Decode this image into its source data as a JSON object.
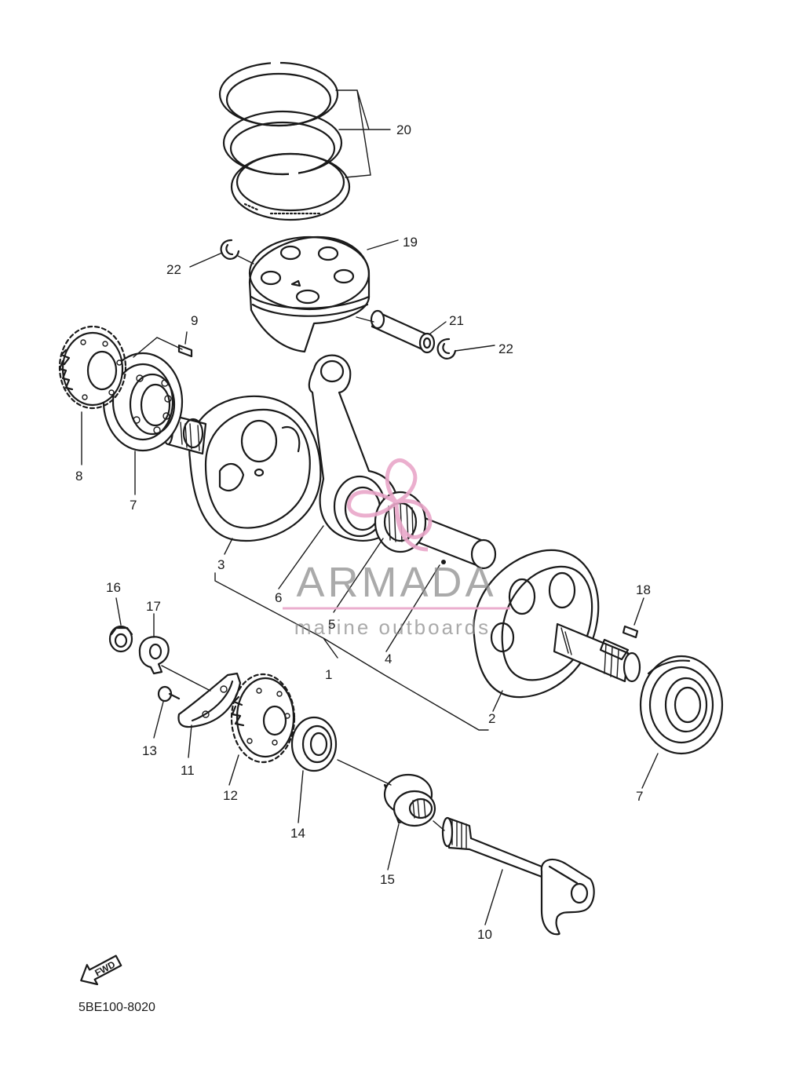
{
  "diagram_code": "5BE100-8020",
  "direction_label": "FWD",
  "watermark": {
    "brand": "ARMADA",
    "tagline": "marine outboards",
    "accent_color": "#e9a6c9",
    "text_color": "#8a8a8a"
  },
  "callouts": {
    "c1": "1",
    "c2": "2",
    "c3": "3",
    "c4": "4",
    "c5": "5",
    "c6": "6",
    "c7a": "7",
    "c7b": "7",
    "c8": "8",
    "c9": "9",
    "c10": "10",
    "c11": "11",
    "c12": "12",
    "c13": "13",
    "c14": "14",
    "c15": "15",
    "c16": "16",
    "c17": "17",
    "c18": "18",
    "c19": "19",
    "c20": "20",
    "c21": "21",
    "c22a": "22",
    "c22b": "22"
  }
}
